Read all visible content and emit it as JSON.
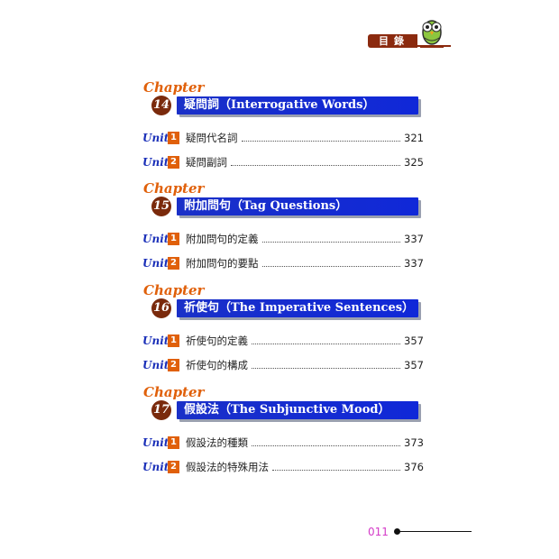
{
  "header": {
    "toc_label": "目錄"
  },
  "chapter_label": "Chapter",
  "unit_label": "Unit",
  "chapters": [
    {
      "number": "14",
      "title": "疑問詞（Interrogative Words）",
      "units": [
        {
          "number": "1",
          "title": "疑問代名詞",
          "page": "321"
        },
        {
          "number": "2",
          "title": "疑問副詞",
          "page": "325"
        }
      ]
    },
    {
      "number": "15",
      "title": "附加問句（Tag Questions）",
      "units": [
        {
          "number": "1",
          "title": "附加問句的定義",
          "page": "337"
        },
        {
          "number": "2",
          "title": "附加問句的要點",
          "page": "337"
        }
      ]
    },
    {
      "number": "16",
      "title": "祈使句（The Imperative Sentences）",
      "units": [
        {
          "number": "1",
          "title": "祈使句的定義",
          "page": "357"
        },
        {
          "number": "2",
          "title": "祈使句的構成",
          "page": "357"
        }
      ]
    },
    {
      "number": "17",
      "title": "假設法（The Subjunctive Mood）",
      "units": [
        {
          "number": "1",
          "title": "假設法的種類",
          "page": "373"
        },
        {
          "number": "2",
          "title": "假設法的特殊用法",
          "page": "376"
        }
      ]
    }
  ],
  "footer": {
    "page_number": "011"
  }
}
